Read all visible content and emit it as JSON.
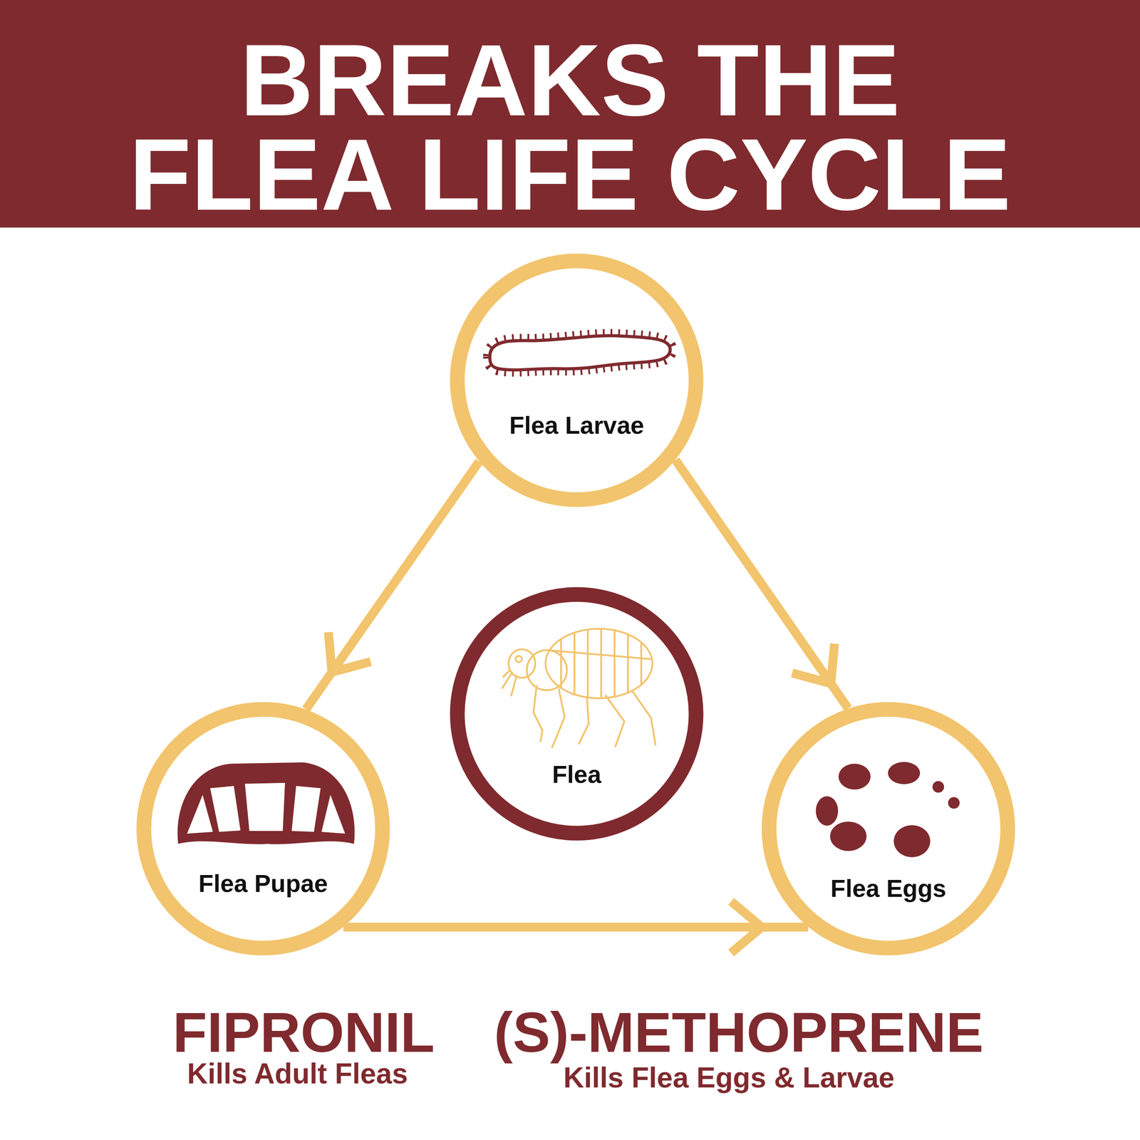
{
  "diagram": {
    "title": "BREAKS THE FLEA LIFE CYCLE",
    "nodes": [
      {
        "text": [
          "Flea Larvae"
        ]
      },
      {
        "text": [
          "Flea"
        ]
      },
      {
        "text": [
          "Flea Pupae"
        ]
      },
      {
        "text": [
          "Flea Eggs"
        ]
      }
    ],
    "edges": [
      {
        "from": 0,
        "to": 2,
        "arrow": "to"
      },
      {
        "from": 0,
        "to": 3,
        "arrow": "to"
      },
      {
        "from": 2,
        "to": 3,
        "arrow": "to"
      }
    ],
    "labels": [
      "FIPRONIL",
      "Kills Adult Fleas",
      "(S)-METHOPRENE",
      "Kills Flea Eggs & Larvae"
    ]
  }
}
